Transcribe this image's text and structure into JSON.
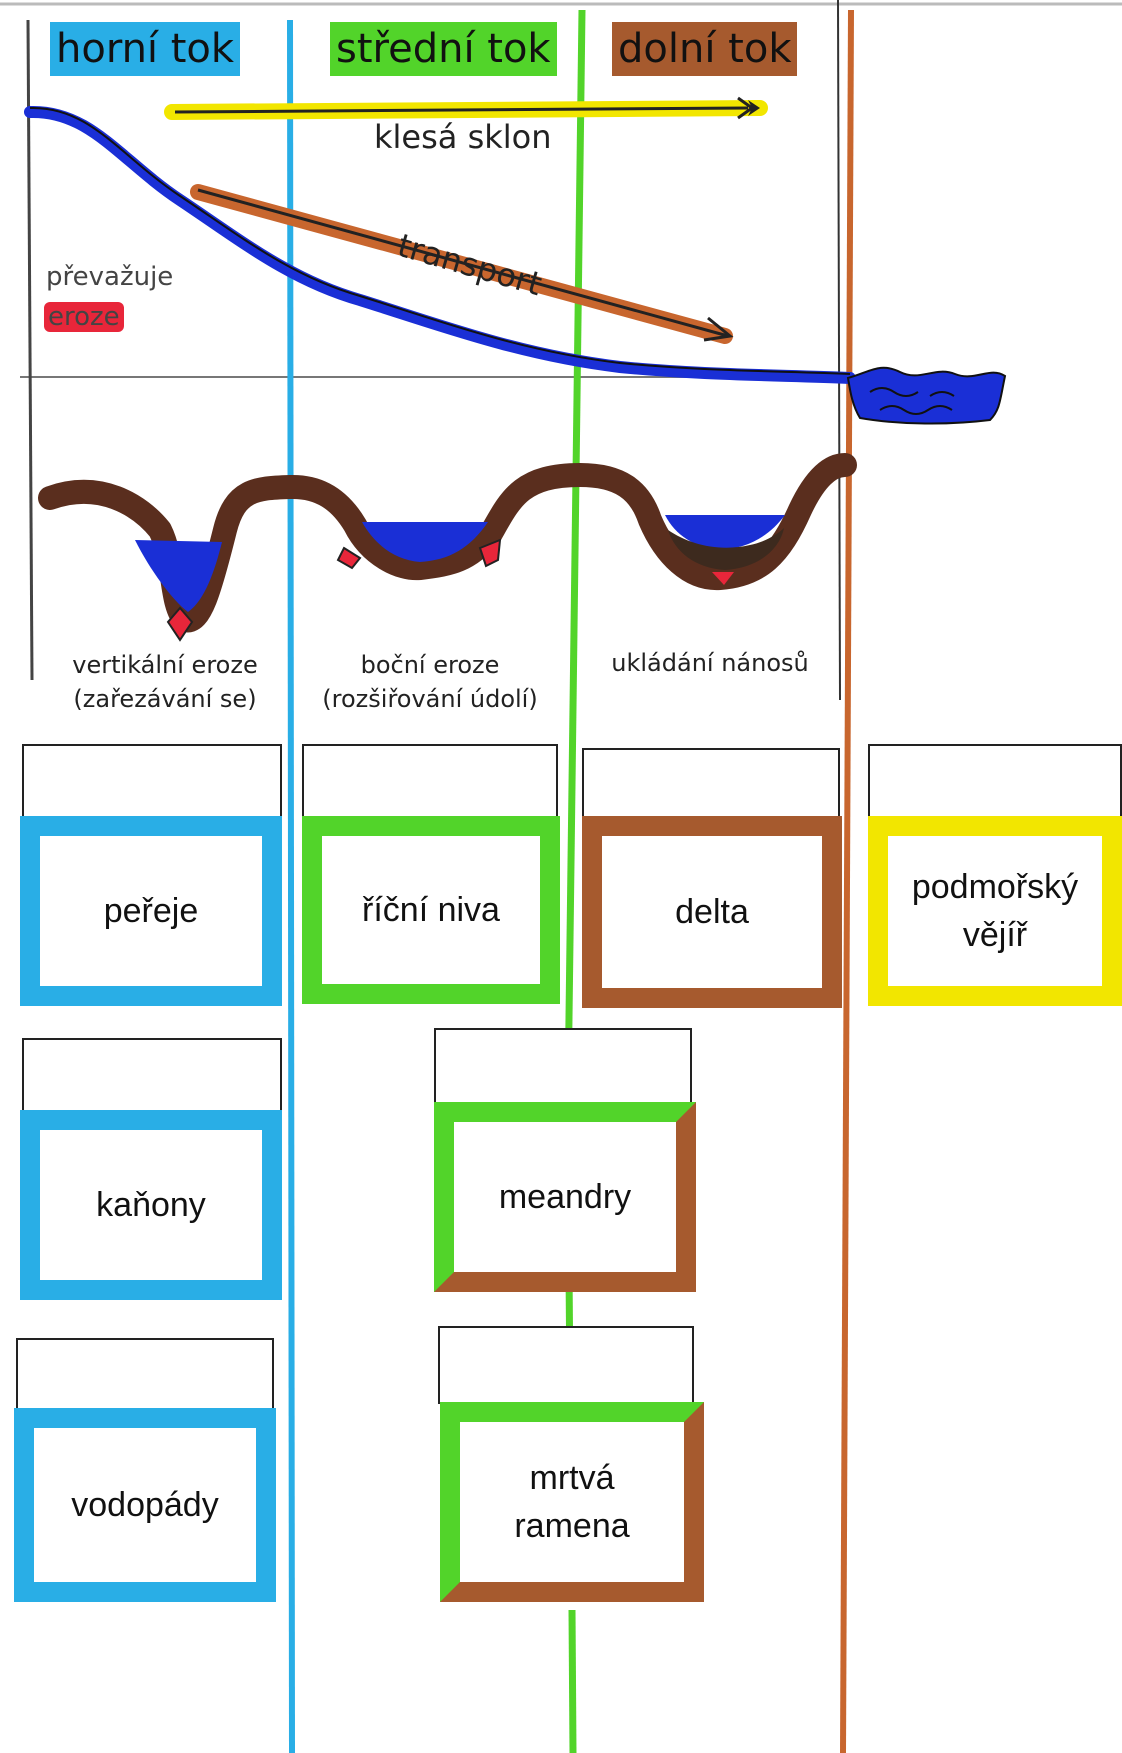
{
  "headers": {
    "upper": "horní tok",
    "middle": "střední tok",
    "lower": "dolní tok"
  },
  "arrows": {
    "slope": "klesá sklon",
    "transport": "transport"
  },
  "erosion_note": {
    "line1": "převažuje",
    "line2": "eroze"
  },
  "cross_sections": {
    "upper": {
      "line1": "vertikální eroze",
      "line2": "(zařezávání se)"
    },
    "middle": {
      "line1": "boční eroze",
      "line2": "(rozšiřování údolí)"
    },
    "lower": {
      "line1": "ukládání nánosů"
    }
  },
  "cards": {
    "perej": "peřeje",
    "kanony": "kaňony",
    "vodopady": "vodopády",
    "niva": "říční niva",
    "meandry": "meandry",
    "mrtva_ramena": "mrtvá\nramena",
    "delta": "delta",
    "vejir": "podmořský\nvějíř"
  },
  "colors": {
    "upper": "#29aee6",
    "middle": "#52d42a",
    "lower": "#a65a2e",
    "sea": "#f2e600",
    "water": "#1a2fd6",
    "valley": "#5a2e1e",
    "erosion": "#e8263a"
  }
}
